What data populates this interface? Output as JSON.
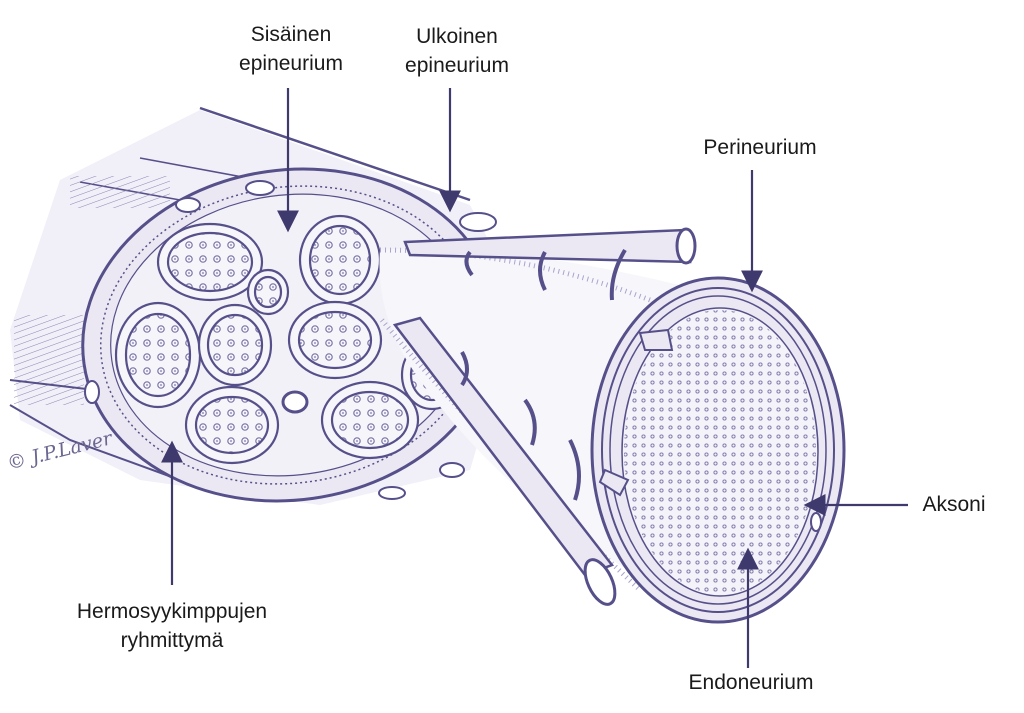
{
  "labels": {
    "inner_epineurium": {
      "line1": "Sisäinen",
      "line2": "epineurium"
    },
    "outer_epineurium": {
      "line1": "Ulkoinen",
      "line2": "epineurium"
    },
    "perineurium": "Perineurium",
    "axon": "Aksoni",
    "fascicle_group": {
      "line1": "Hermosyykimppujen",
      "line2": "ryhmittymä"
    },
    "endoneurium": "Endoneurium"
  },
  "signature": "© J.P.Laver",
  "colors": {
    "ink": "#56508a",
    "fill": "#e9e6f2",
    "dots": "#7a74a8",
    "arrow": "#3f3a6e"
  }
}
